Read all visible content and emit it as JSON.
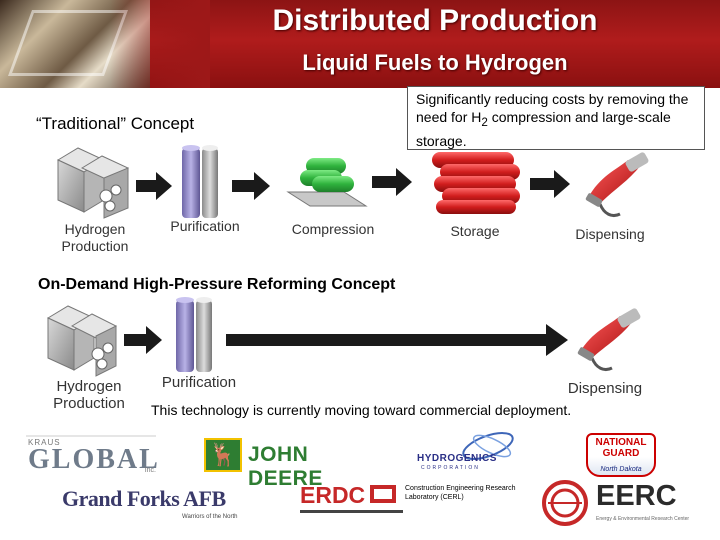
{
  "header": {
    "title": "Distributed Production",
    "subtitle": "Liquid Fuels to Hydrogen"
  },
  "traditional": {
    "heading": "“Traditional” Concept",
    "note": {
      "text_before": "Significantly reducing costs by removing the need for H",
      "subscript": "2",
      "text_after": " compression and large-scale storage."
    },
    "stages": {
      "production_line1": "Hydrogen",
      "production_line2": "Production",
      "purification": "Purification",
      "compression": "Compression",
      "storage": "Storage",
      "dispensing": "Dispensing"
    }
  },
  "on_demand": {
    "heading": "On-Demand High-Pressure Reforming Concept",
    "stages": {
      "production_line1": "Hydrogen",
      "production_line2": "Production",
      "purification": "Purification",
      "dispensing": "Dispensing"
    },
    "deployment_note": "This technology is currently moving toward commercial deployment."
  },
  "logos": {
    "kraus": {
      "small": "KRAUS",
      "main": "GLOBAL",
      "inc": "Inc."
    },
    "deere": {
      "text": "JOHN DEERE"
    },
    "hydrogenics": {
      "text": "HYDROGENICS",
      "sub": "CORPORATION"
    },
    "guard": {
      "text": "NATIONAL GUARD",
      "sub": "North Dakota"
    },
    "grand_forks": {
      "text": "Grand Forks AFB",
      "sub": "Warriors of the North"
    },
    "erdc": {
      "text": "ERDC"
    },
    "cerl": {
      "text": "Construction Engineering Research Laboratory (CERL)"
    },
    "eerc": {
      "text": "EERC",
      "sub": "Energy & Environmental Research Center"
    }
  },
  "colors": {
    "header_red": "#a01818",
    "purification_purple": "#8e86c4",
    "compression_green": "#37c24a",
    "storage_red": "#d62020",
    "arrow_dark": "#1a1a1a"
  }
}
